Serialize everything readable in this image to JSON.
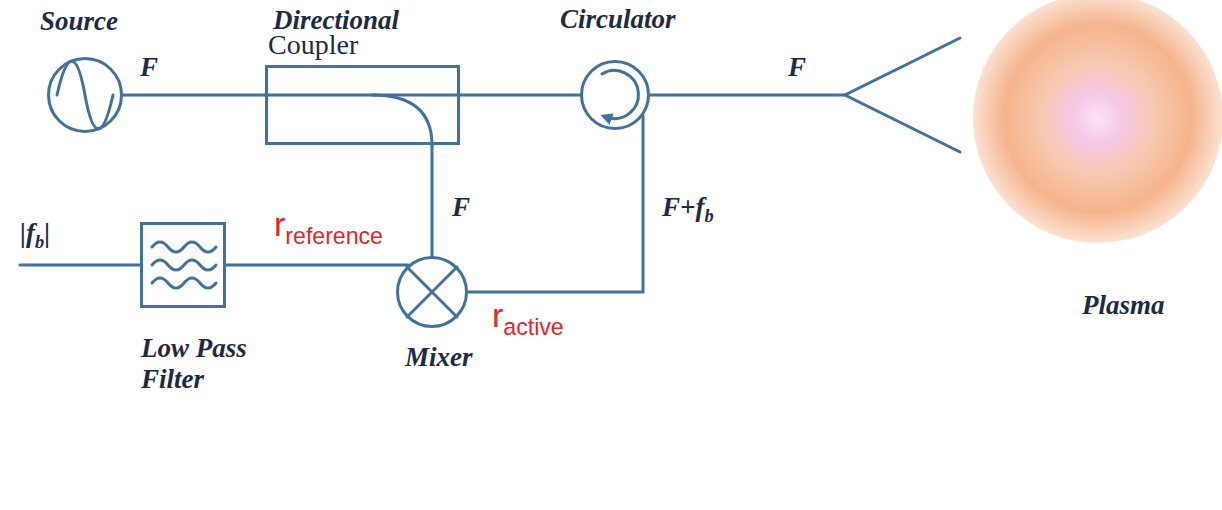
{
  "diagram": {
    "nodes": [
      {
        "text": [
          "Source"
        ]
      },
      {
        "text": [
          "Directional",
          "Coupler"
        ]
      },
      {
        "text": [
          "Circulator"
        ]
      },
      {
        "text": [
          "Plasma"
        ]
      },
      {
        "text": [
          "Low Pass Filter"
        ]
      },
      {
        "text": [
          "Mixer"
        ]
      }
    ],
    "edges": [
      {
        "from": 0,
        "to": 1,
        "label": "F",
        "arrow": "none"
      },
      {
        "from": 1,
        "to": 2,
        "arrow": "none"
      },
      {
        "from": 1,
        "to": 5,
        "label": "F",
        "arrow": "none"
      },
      {
        "from": 2,
        "to": 5,
        "label": "F+fb",
        "arrow": "none"
      },
      {
        "from": 5,
        "to": 4,
        "arrow": "none"
      }
    ],
    "labels": [
      "F",
      "rreference",
      "ractive",
      "|fb|"
    ]
  }
}
